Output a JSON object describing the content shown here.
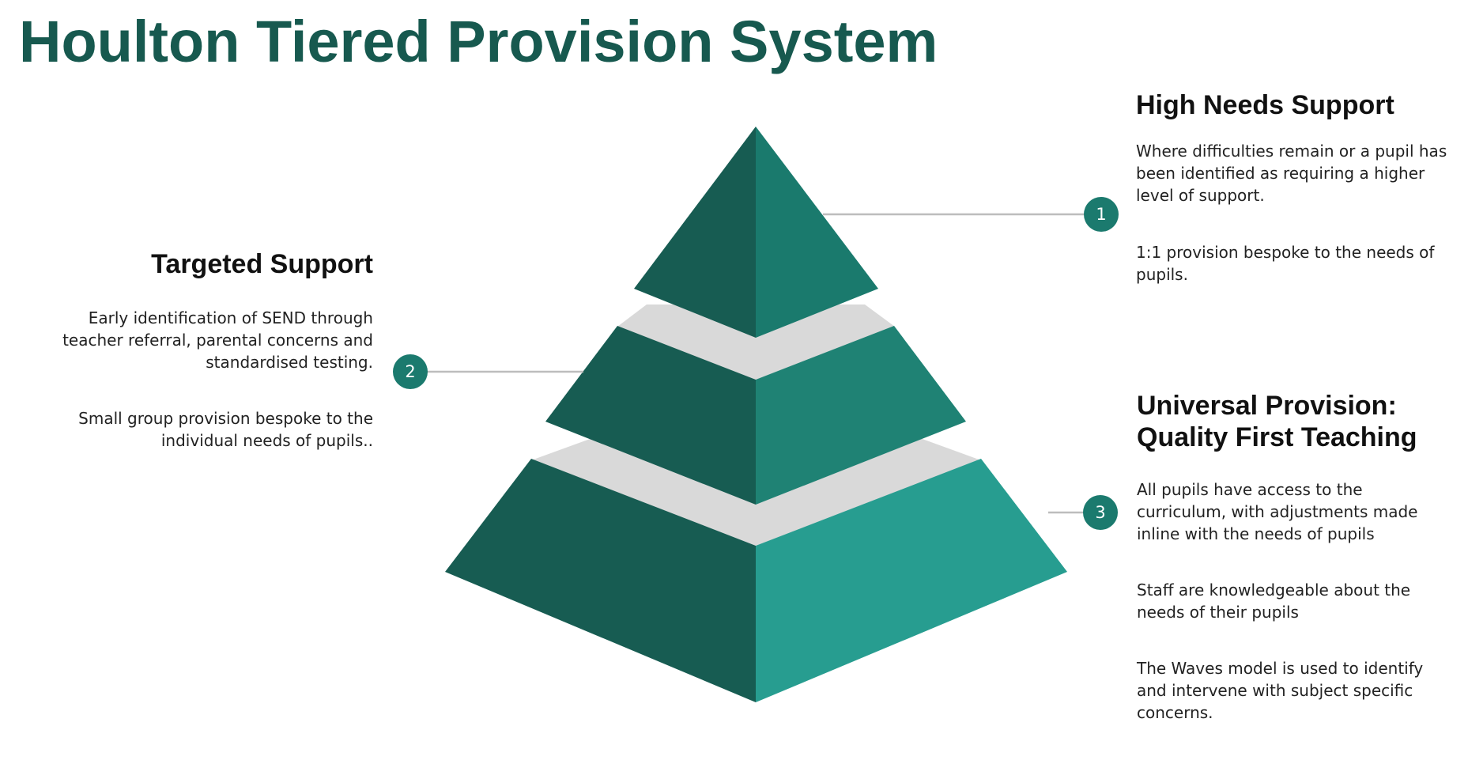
{
  "title": "Houlton Tiered Provision System",
  "colors": {
    "title": "#17594f",
    "tier_dark": "#175c52",
    "tier_top_right": "#1a7a6d",
    "tier_middle_right": "#1f8274",
    "tier_bottom_right": "#279d90",
    "separator": "#d9d9d9",
    "connector": "#bdbdbd",
    "badge": "#1b7a6e"
  },
  "icons": {
    "badge_shape": "numbered-circle-icon"
  },
  "tiers": [
    {
      "number": "1",
      "heading": "High Needs Support",
      "paragraphs": [
        "Where difficulties remain or a pupil has been identified as requiring a higher level of support.",
        "1:1 provision bespoke to the needs of pupils."
      ]
    },
    {
      "number": "2",
      "heading": "Targeted Support",
      "paragraphs": [
        "Early identification of SEND through teacher referral, parental concerns and standardised testing.",
        "Small group provision bespoke to the individual needs of pupils.."
      ]
    },
    {
      "number": "3",
      "heading_lines": [
        "Universal Provision:",
        "Quality First Teaching"
      ],
      "paragraphs": [
        "All pupils have access to the curriculum, with adjustments made inline with the needs of pupils",
        "Staff are knowledgeable about the needs of their pupils",
        "The Waves model is used to identify and intervene with subject specific concerns."
      ]
    }
  ]
}
